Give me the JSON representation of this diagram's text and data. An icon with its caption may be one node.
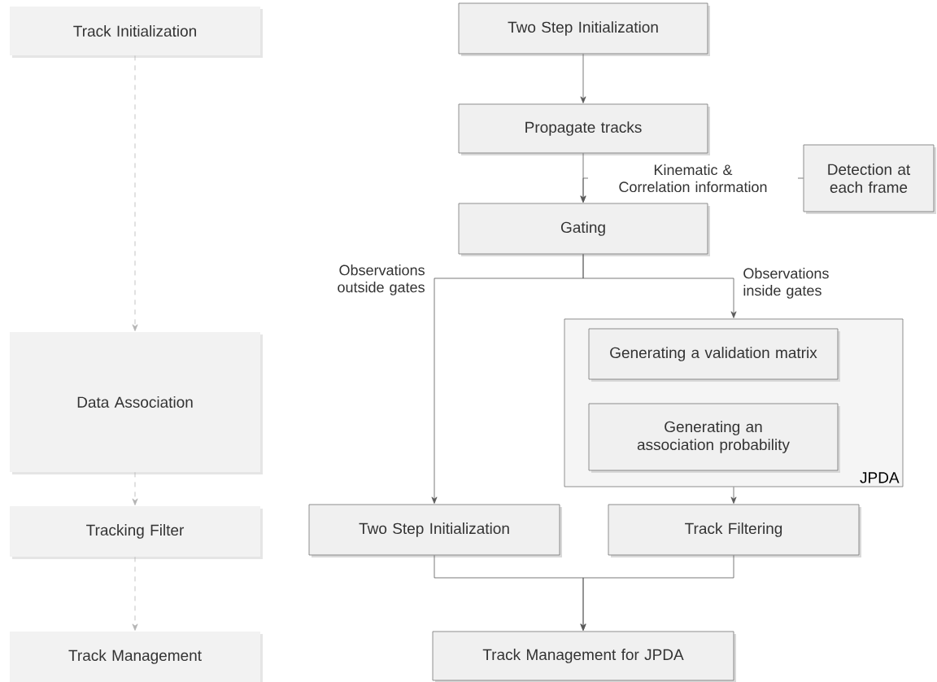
{
  "diagram": {
    "nodes": [
      {
        "text": [
          "Track Initialization"
        ]
      },
      {
        "text": [
          "Data Association"
        ]
      },
      {
        "text": [
          "Tracking Filter"
        ]
      },
      {
        "text": [
          "Track Management"
        ]
      },
      {
        "text": [
          "Two Step Initialization"
        ]
      },
      {
        "text": [
          "Propagate tracks"
        ]
      },
      {
        "text": [
          "Detection at each frame"
        ]
      },
      {
        "text": [
          "Gating"
        ]
      },
      {
        "text": [
          "JPDA"
        ]
      },
      {
        "text": [
          "Generating a validation matrix"
        ],
        "in": 8
      },
      {
        "text": [
          "Generating an association probability"
        ],
        "in": 8
      },
      {
        "text": [
          "Two Step Initialization"
        ]
      },
      {
        "text": [
          "Track Filtering"
        ]
      },
      {
        "text": [
          "Track Management for JPDA"
        ]
      }
    ],
    "edges": [
      {
        "from": 0,
        "to": 1,
        "arrow": "to",
        "style": "dashed",
        "color": "#b4b4b4"
      },
      {
        "from": 1,
        "to": 2,
        "arrow": "to",
        "style": "dashed",
        "color": "#b4b4b4"
      },
      {
        "from": 2,
        "to": 3,
        "arrow": "to",
        "style": "dashed",
        "color": "#b4b4b4"
      },
      {
        "from": 4,
        "to": 5,
        "arrow": "to"
      },
      {
        "from": 5,
        "to": 7,
        "arrow": "to"
      },
      {
        "from": 6,
        "to": 7,
        "arrow": "to",
        "label": "Kinematic & Correlation information"
      },
      {
        "from": 7,
        "to": 11,
        "arrow": "to",
        "label": "Observations outside gates"
      },
      {
        "from": 7,
        "to": 8,
        "arrow": "to",
        "label": "Observations inside gates"
      },
      {
        "from": 8,
        "to": 12,
        "arrow": "to"
      },
      {
        "from": 11,
        "to": 13,
        "arrow": "to"
      },
      {
        "from": 12,
        "to": 13,
        "arrow": "to"
      }
    ]
  }
}
